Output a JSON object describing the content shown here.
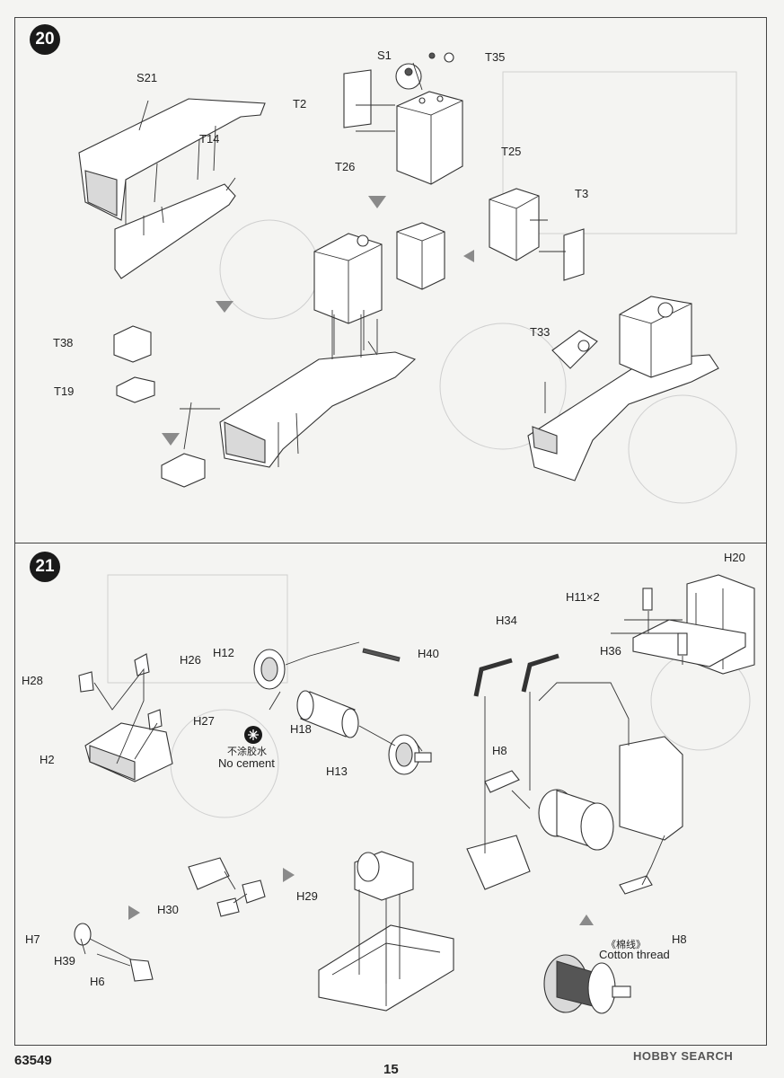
{
  "steps": [
    {
      "number": "20",
      "labels": [
        "S21",
        "S1",
        "T35",
        "T2",
        "T14",
        "T26",
        "T25",
        "T3",
        "T38",
        "T19",
        "T33"
      ]
    },
    {
      "number": "21",
      "labels": [
        "H20",
        "H11×2",
        "H34",
        "H26",
        "H12",
        "H40",
        "H28",
        "H36",
        "H27",
        "H18",
        "H2",
        "H13",
        "H8",
        "H29",
        "H30",
        "H7",
        "H39",
        "H6",
        "H8"
      ],
      "note_cn": "不涂胶水",
      "note_en": "No cement",
      "thread_cn": "《棉线》",
      "thread_en": "Cotton thread"
    }
  ],
  "footer": {
    "kit_number": "63549",
    "page_number": "15"
  },
  "watermark": "HOBBY SEARCH"
}
